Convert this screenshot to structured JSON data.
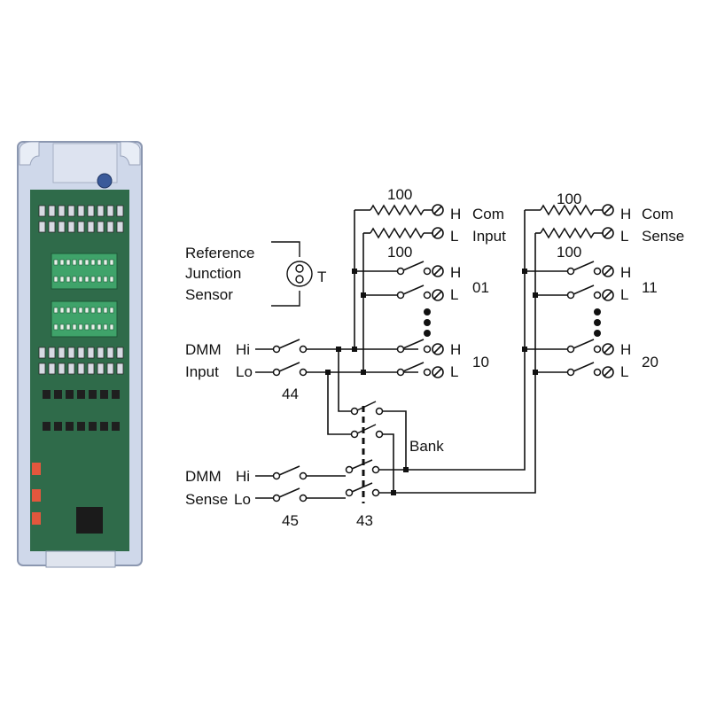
{
  "colors": {
    "board": "#2f6b4a",
    "module_casing": "#c9d3e6",
    "wire": "#111111",
    "terminal": "#2e7d4f"
  },
  "module": {
    "name": "multiplexer-module-photo"
  },
  "labels": {
    "ref_line1": "Reference",
    "ref_line2": "Junction",
    "ref_line3": "Sensor",
    "sensor_t": "T",
    "dmm": "DMM",
    "hi": "Hi",
    "lo": "Lo",
    "input": "Input",
    "sense": "Sense",
    "h": "H",
    "l": "L",
    "com": "Com",
    "res100": "100",
    "bank": "Bank",
    "relay_44": "44",
    "relay_45": "45",
    "relay_43": "43"
  },
  "channels": {
    "bank1_first": "01",
    "bank1_last": "10",
    "bank2_first": "11",
    "bank2_last": "20"
  }
}
